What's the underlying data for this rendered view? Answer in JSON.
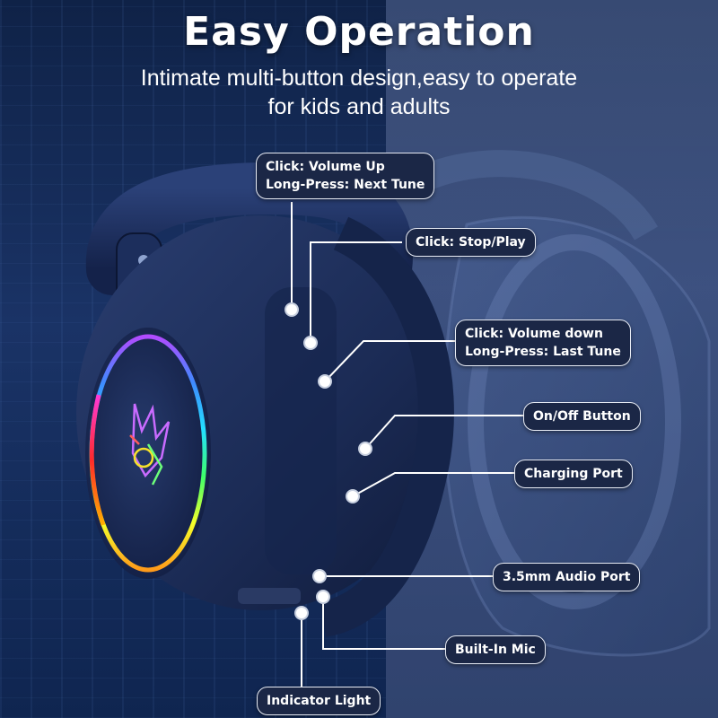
{
  "header": {
    "title": "Easy Operation",
    "subtitle_line1": "Intimate multi-button design,easy to operate",
    "subtitle_line2": "for kids and adults"
  },
  "callouts": {
    "volume_up": {
      "line1": "Click: Volume Up",
      "line2": "Long-Press: Next Tune"
    },
    "stop_play": {
      "line1": "Click: Stop/Play"
    },
    "volume_down": {
      "line1": "Click: Volume down",
      "line2": "Long-Press: Last Tune"
    },
    "power": {
      "line1": "On/Off Button"
    },
    "charging": {
      "line1": "Charging Port"
    },
    "audio_port": {
      "line1": "3.5mm Audio Port"
    },
    "mic": {
      "line1": "Built-In Mic"
    },
    "indicator": {
      "line1": "Indicator Light"
    }
  },
  "colors": {
    "label_bg": "#1b2746",
    "label_border": "#e8ecf5",
    "leader_line": "#ffffff",
    "headphone_body": "#1c2c55",
    "rgb_ring": [
      "#ff2a2a",
      "#ffb000",
      "#f5ff2a",
      "#2aff6b",
      "#23d6ff",
      "#6a4bff",
      "#ff3ad7"
    ]
  }
}
